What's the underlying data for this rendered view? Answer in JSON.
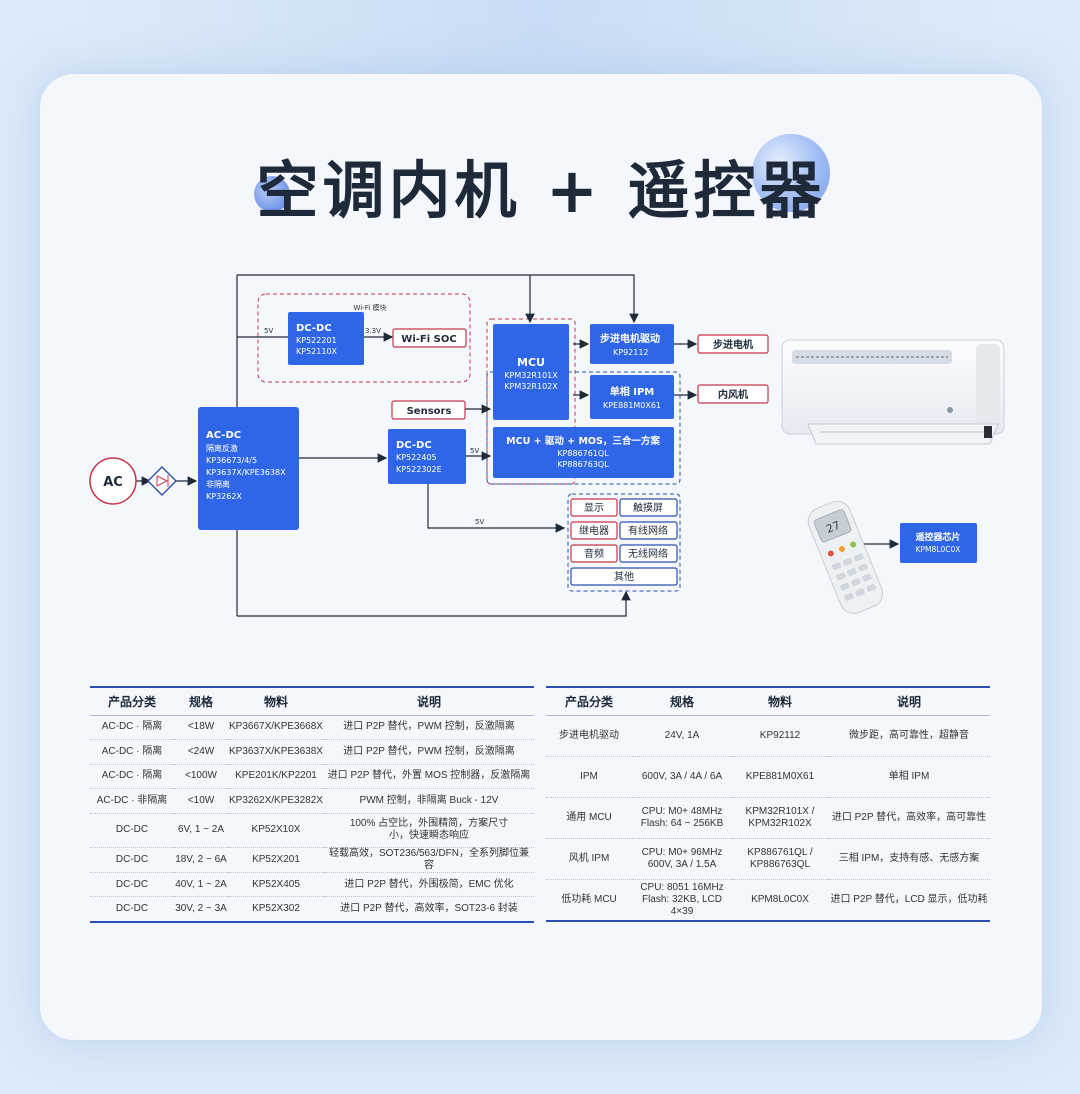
{
  "title": "空调内机 + 遥控器",
  "diagram": {
    "ac_label": "AC",
    "wifi_module_label": "Wi-Fi 模块",
    "dcdc_top": {
      "title": "DC-DC",
      "lines": [
        "KP522201",
        "KP52110X"
      ]
    },
    "label_5v_in": "5V",
    "label_3v3": "3.3V",
    "wifi_soc": "Wi-Fi SOC",
    "acdc": {
      "title": "AC-DC",
      "lines": [
        "隔离反激",
        "KP36673/4/5",
        "KP3637X/KPE3638X",
        "非隔离",
        "KP3262X"
      ]
    },
    "sensors": "Sensors",
    "dcdc_mid": {
      "title": "DC-DC",
      "lines": [
        "KP522405",
        "KP522302E"
      ]
    },
    "label_5v_mid": "5V",
    "label_5v_low": "5V",
    "mcu": {
      "title": "MCU",
      "lines": [
        "KPM32R101X",
        "KPM32R102X"
      ]
    },
    "stepper_driver": {
      "title": "步进电机驱动",
      "lines": [
        "KP92112"
      ]
    },
    "stepper_motor": "步进电机",
    "ipm": {
      "title": "单相 IPM",
      "lines": [
        "KPE881M0X61"
      ]
    },
    "indoor_fan": "内风机",
    "combo": {
      "title": "MCU + 驱动 + MOS，三合一方案",
      "lines": [
        "KP886761QL",
        "KP886763QL"
      ]
    },
    "peripherals": [
      "显示",
      "触摸屏",
      "继电器",
      "有线网络",
      "音频",
      "无线网络",
      "其他"
    ],
    "remote_chip": {
      "title": "遥控器芯片",
      "lines": [
        "KPM8L0C0X"
      ]
    },
    "remote_display": "27"
  },
  "table_left": {
    "headers": [
      "产品分类",
      "规格",
      "物料",
      "说明"
    ],
    "rows": [
      [
        "AC-DC · 隔离",
        "<18W",
        "KP3667X/KPE3668X",
        "进口 P2P 替代，PWM 控制，反激隔离"
      ],
      [
        "AC-DC · 隔离",
        "<24W",
        "KP3637X/KPE3638X",
        "进口 P2P 替代，PWM 控制，反激隔离"
      ],
      [
        "AC-DC · 隔离",
        "<100W",
        "KPE201K/KP2201",
        "进口 P2P 替代，外置 MOS 控制器，反激隔离"
      ],
      [
        "AC-DC · 非隔离",
        "<10W",
        "KP3262X/KPE3282X",
        "PWM 控制，非隔离 Buck - 12V"
      ],
      [
        "DC-DC",
        "6V, 1 ~ 2A",
        "KP52X10X",
        "100% 占空比，外围精简，方案尺寸小，快速瞬态响应"
      ],
      [
        "DC-DC",
        "18V, 2 ~ 6A",
        "KP52X201",
        "轻载高效，SOT236/563/DFN，全系列脚位兼容"
      ],
      [
        "DC-DC",
        "40V, 1 ~ 2A",
        "KP52X405",
        "进口 P2P 替代，外围极简，EMC 优化"
      ],
      [
        "DC-DC",
        "30V, 2 ~ 3A",
        "KP52X302",
        "进口 P2P 替代，高效率，SOT23-6 封装"
      ]
    ]
  },
  "table_right": {
    "headers": [
      "产品分类",
      "规格",
      "物料",
      "说明"
    ],
    "rows": [
      [
        "步进电机驱动",
        "24V, 1A",
        "KP92112",
        "微步距，高可靠性，超静音"
      ],
      [
        "IPM",
        "600V, 3A / 4A / 6A",
        "KPE881M0X61",
        "单相 IPM"
      ],
      [
        "通用 MCU",
        "CPU: M0+ 48MHz Flash: 64 ~ 256KB",
        "KPM32R101X / KPM32R102X",
        "进口 P2P 替代，高效率，高可靠性"
      ],
      [
        "风机 IPM",
        "CPU: M0+ 96MHz 600V, 3A / 1.5A",
        "KP886761QL / KP886763QL",
        "三相 IPM，支持有感、无感方案"
      ],
      [
        "低功耗 MCU",
        "CPU: 8051 16MHz Flash: 32KB, LCD 4×39",
        "KPM8L0C0X",
        "进口 P2P 替代，LCD 显示，低功耗"
      ]
    ]
  },
  "colors": {
    "accent": "#2f66e8",
    "red": "#c8344a",
    "line": "#1e2a3a"
  }
}
